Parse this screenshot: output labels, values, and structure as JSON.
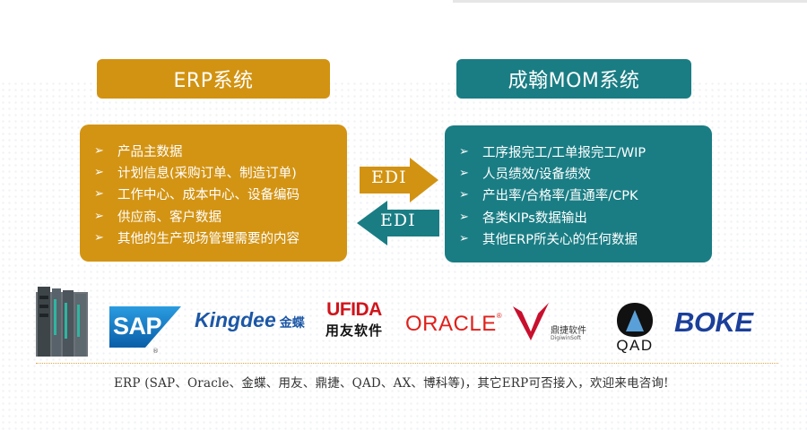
{
  "erp_panel": {
    "title": "ERP系统",
    "color": "#d29312",
    "items": [
      "产品主数据",
      "计划信息(采购订单、制造订单)",
      "工作中心、成本中心、设备编码",
      "供应商、客户数据",
      "其他的生产现场管理需要的内容"
    ]
  },
  "mom_panel": {
    "title": "成翰MOM系统",
    "color": "#1a7d84",
    "items": [
      "工序报完工/工单报完工/WIP",
      "人员绩效/设备绩效",
      "产出率/合格率/直通率/CPK",
      "各类KIPs数据输出",
      "其他ERP所关心的任何数据"
    ]
  },
  "bullet_glyph": "➢",
  "arrows": {
    "to_mom": {
      "label": "EDI",
      "icon": "right-arrow",
      "color": "#d29312"
    },
    "to_erp": {
      "label": "EDI",
      "icon": "left-arrow",
      "color": "#1a7d84"
    }
  },
  "logos": {
    "plc_icon": "siemens-plc-hardware",
    "sap": {
      "text": "SAP",
      "reg": "®"
    },
    "kingdee": {
      "en": "Kingdee",
      "cn": "金蝶"
    },
    "ufida": {
      "en": "UFIDA",
      "cn": "用友软件"
    },
    "oracle": {
      "text": "ORACLE",
      "reg": "®"
    },
    "dingjie": {
      "cn": "鼎捷软件",
      "en": "DigiwinSoft"
    },
    "qad": {
      "text": "QAD"
    },
    "boke": {
      "text": "BOKE"
    }
  },
  "footnote": "ERP (SAP、Oracle、金蝶、用友、鼎捷、QAD、AX、博科等)，其它ERP可否接入，欢迎来电咨询!"
}
